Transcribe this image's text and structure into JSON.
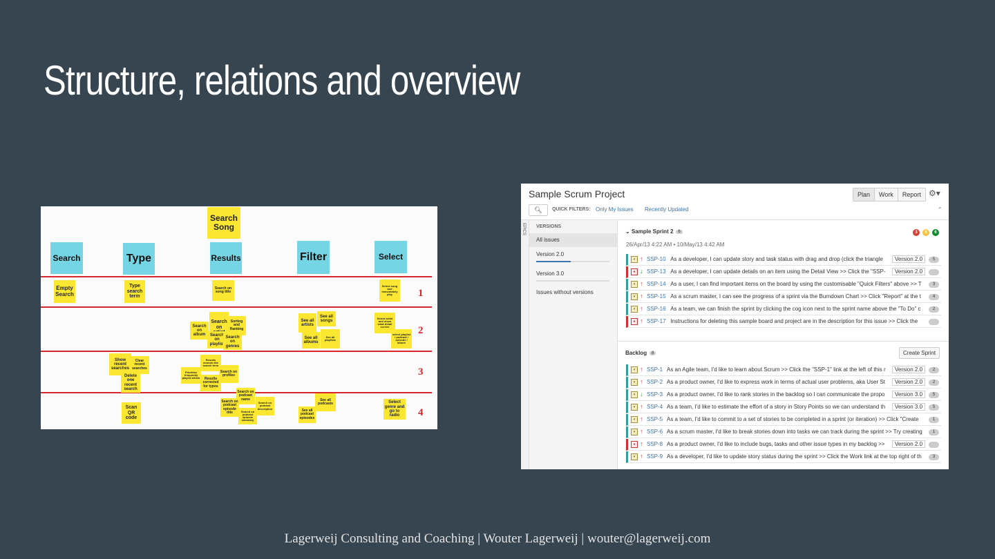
{
  "slide": {
    "title": "Structure, relations and overview",
    "footer": "Lagerweij Consulting and Coaching | Wouter Lagerweij | wouter@lagerweij.com"
  },
  "story_map": {
    "top_card": "Search Song",
    "headers": [
      "Search",
      "Type",
      "Results",
      "Filter",
      "Select"
    ],
    "row_numbers": [
      "1",
      "2",
      "3",
      "4"
    ],
    "cards": [
      "Empty Search",
      "Type search term",
      "Search on song title",
      "Select song and immediately play",
      "Search on artist",
      "Sorting and Ranking",
      "Search on album",
      "Search on playlist",
      "Search on genres",
      "See all artists",
      "See all songs",
      "See all albums",
      "See all playlists",
      "Select artist and show what detail screen",
      "select playlist / podcast / episode / album",
      "Show recent searches",
      "Clear recent searches",
      "Delete one recent search",
      "Results sounds like search term",
      "Prioritise frequently played artists",
      "Search on profiles",
      "Results corrected for typos",
      "Scan QR code",
      "Search on podcast name",
      "Search on podcast episode title",
      "Search on podcast description",
      "Search on podcast episode summary",
      "See all podcasts",
      "See all podcast episodes",
      "Select genre and go to radio"
    ]
  },
  "jira": {
    "project_title": "Sample Scrum Project",
    "modes": [
      "Plan",
      "Work",
      "Report"
    ],
    "gear_icon": "gear-icon",
    "quick_filters_label": "QUICK FILTERS:",
    "quick_filters": [
      "Only My Issues",
      "Recently Updated"
    ],
    "epics_label": "EPICS",
    "versions_heading": "VERSIONS",
    "side_items": [
      "All issues",
      "Version 2.0",
      "Version 3.0",
      "Issues without versions"
    ],
    "sprint": {
      "name": "Sample Sprint 2",
      "count": "6",
      "dates": "26/Apr/13 4:22 AM • 10/May/13 4:42 AM",
      "status_counts": [
        "3",
        "5",
        "6"
      ],
      "status_colors": [
        "#d04437",
        "#f6c342",
        "#14892c"
      ],
      "issues": [
        {
          "key": "SSP-10",
          "summary": "As a developer, I can update story and task status with drag and drop (click the triangle",
          "version": "Version 2.0",
          "estimate": "5",
          "type": "story",
          "priority": "high"
        },
        {
          "key": "SSP-13",
          "summary": "As a developer, I can update details on an item using the Detail View >> Click the \"SSP-",
          "version": "Version 2.0",
          "estimate": "",
          "type": "bug",
          "priority": "low"
        },
        {
          "key": "SSP-14",
          "summary": "As a user, I can find important items on the board by using the customisable \"Quick Filters\" above >> T",
          "version": "",
          "estimate": "3",
          "type": "story",
          "priority": "high"
        },
        {
          "key": "SSP-15",
          "summary": "As a scrum master, I can see the progress of a sprint via the Burndown Chart >> Click \"Report\" at the t",
          "version": "",
          "estimate": "4",
          "type": "story",
          "priority": "high"
        },
        {
          "key": "SSP-16",
          "summary": "As a team, we can finish the sprint by clicking the cog icon next to the sprint name above the \"To Do\" c",
          "version": "",
          "estimate": "2",
          "type": "story",
          "priority": "high"
        },
        {
          "key": "SSP-17",
          "summary": "Instructions for deleting this sample board and project are in the description for this issue >> Click the",
          "version": "",
          "estimate": "",
          "type": "bug",
          "priority": "high"
        }
      ]
    },
    "backlog": {
      "name": "Backlog",
      "count": "8",
      "create_label": "Create Sprint",
      "issues": [
        {
          "key": "SSP-1",
          "summary": "As an Agile team, I'd like to learn about Scrum >> Click the \"SSP-1\" link at the left of this r",
          "version": "Version 2.0",
          "estimate": "2",
          "type": "story",
          "priority": "high"
        },
        {
          "key": "SSP-2",
          "summary": "As a product owner, I'd like to express work in terms of actual user problems, aka User St",
          "version": "Version 2.0",
          "estimate": "2",
          "type": "story",
          "priority": "high"
        },
        {
          "key": "SSP-3",
          "summary": "As a product owner, I'd like to rank stories in the backlog so I can communicate the propo",
          "version": "Version 3.0",
          "estimate": "5",
          "type": "story",
          "priority": "low"
        },
        {
          "key": "SSP-4",
          "summary": "As a team, I'd like to estimate the effort of a story in Story Points so we can understand th",
          "version": "Version 3.0",
          "estimate": "5",
          "type": "story",
          "priority": "high"
        },
        {
          "key": "SSP-5",
          "summary": "As a team, I'd like to commit to a set of stories to be completed in a sprint (or iteration) >> Click \"Create",
          "version": "",
          "estimate": "1",
          "type": "story",
          "priority": "high"
        },
        {
          "key": "SSP-6",
          "summary": "As a scrum master, I'd like to break stories down into tasks we can track during the sprint >> Try creating",
          "version": "",
          "estimate": "1",
          "type": "story",
          "priority": "high"
        },
        {
          "key": "SSP-8",
          "summary": "As a product owner, I'd like to include bugs, tasks and other issue types in my backlog >>",
          "version": "Version 2.0",
          "estimate": "",
          "type": "bug",
          "priority": "high"
        },
        {
          "key": "SSP-9",
          "summary": "As a developer, I'd like to update story status during the sprint >> Click the Work link at the top right of th",
          "version": "",
          "estimate": "3",
          "type": "story",
          "priority": "high"
        }
      ]
    }
  }
}
